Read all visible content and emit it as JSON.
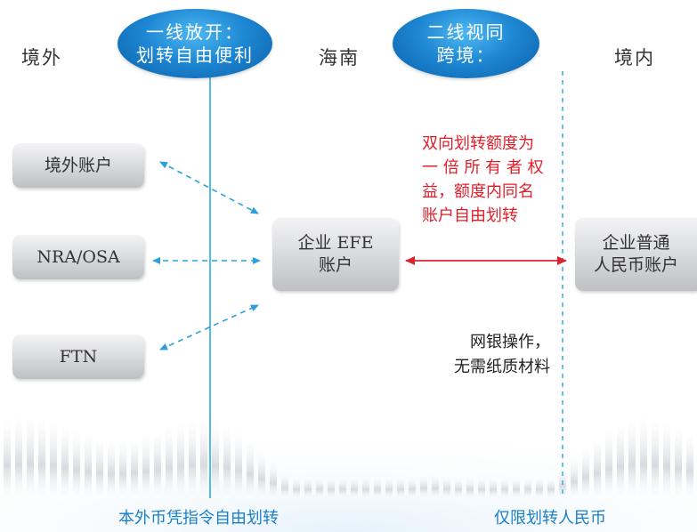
{
  "regions": {
    "offshore": "境外",
    "hainan": "海南",
    "onshore": "境内"
  },
  "line_one": {
    "title_line1": "一线放开：",
    "title_line2": "划转自由便利"
  },
  "line_two": {
    "title_line1": "二线视同",
    "title_line2": "跨境："
  },
  "accounts": {
    "offshore_account": "境外账户",
    "nra_osa": "NRA/OSA",
    "ftn": "FTN",
    "efe_line1": "企业 EFE",
    "efe_line2": "账户",
    "rmb_line1": "企业普通",
    "rmb_line2": "人民币账户"
  },
  "notes": {
    "transfer_limit": [
      "双向划转额度为",
      "一 倍 所 有 者 权",
      "益，额度内同名",
      "账户自由划转"
    ],
    "online_banking": [
      "网银操作，",
      "无需纸质材料"
    ]
  },
  "footer": {
    "left": "本外币凭指令自由划转",
    "right": "仅限划转人民币"
  },
  "colors": {
    "line_one": "#29aae1",
    "line_two": "#40b4e6",
    "arrow": "#2aa0dc",
    "red_arrow": "#d9262e",
    "red_text": "#e01e2a",
    "footer_text": "#1a7fc7"
  }
}
